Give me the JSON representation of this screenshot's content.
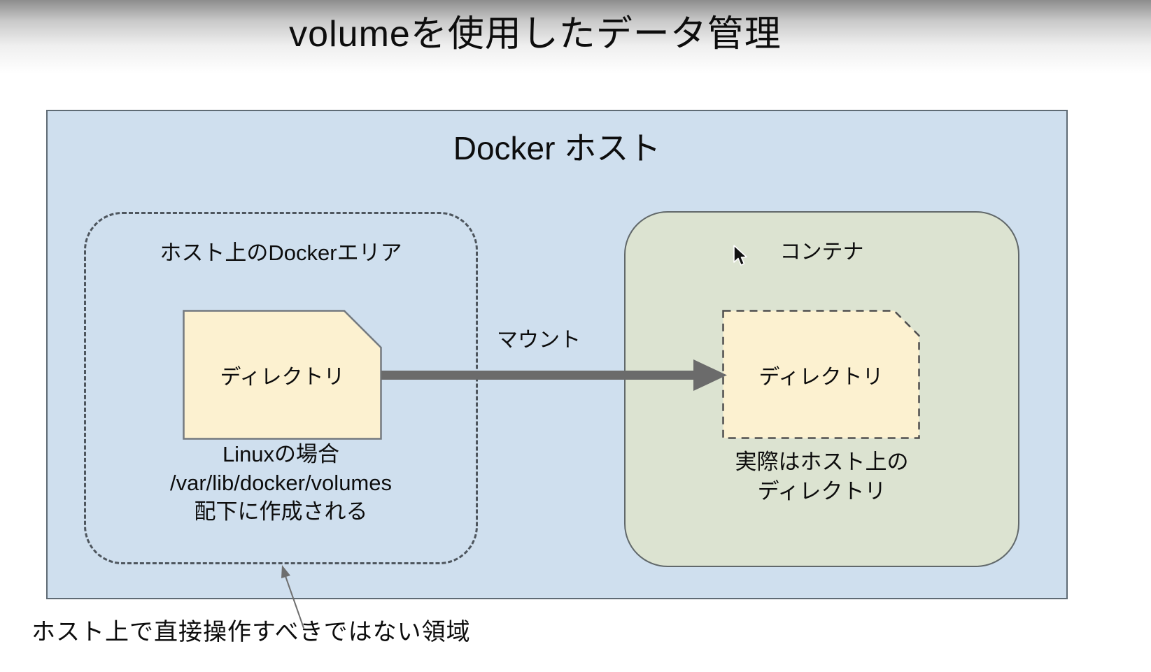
{
  "title": "volumeを使用したデータ管理",
  "diagram": {
    "host": {
      "label": "Docker ホスト"
    },
    "docker_area": {
      "label": "ホスト上のDockerエリア",
      "directory_label": "ディレクトリ",
      "note_lines": [
        "Linuxの場合",
        "/var/lib/docker/volumes",
        "配下に作成される"
      ]
    },
    "mount_label": "マウント",
    "container": {
      "label": "コンテナ",
      "directory_label": "ディレクトリ",
      "note_lines": [
        "実際はホスト上の",
        "ディレクトリ"
      ]
    },
    "annotation": "ホスト上で直接操作すべきではない領域"
  },
  "colors": {
    "host_fill": "#cfdfee",
    "container_fill": "#dce3d1",
    "directory_fill": "#fcf1d0",
    "box_border": "#5f6b74",
    "dashed_border": "#4e565e",
    "arrow_gray": "#6b6b6b",
    "text": "#0d0d0d"
  },
  "icons": {
    "cursor": "mouse-arrow-cursor"
  }
}
